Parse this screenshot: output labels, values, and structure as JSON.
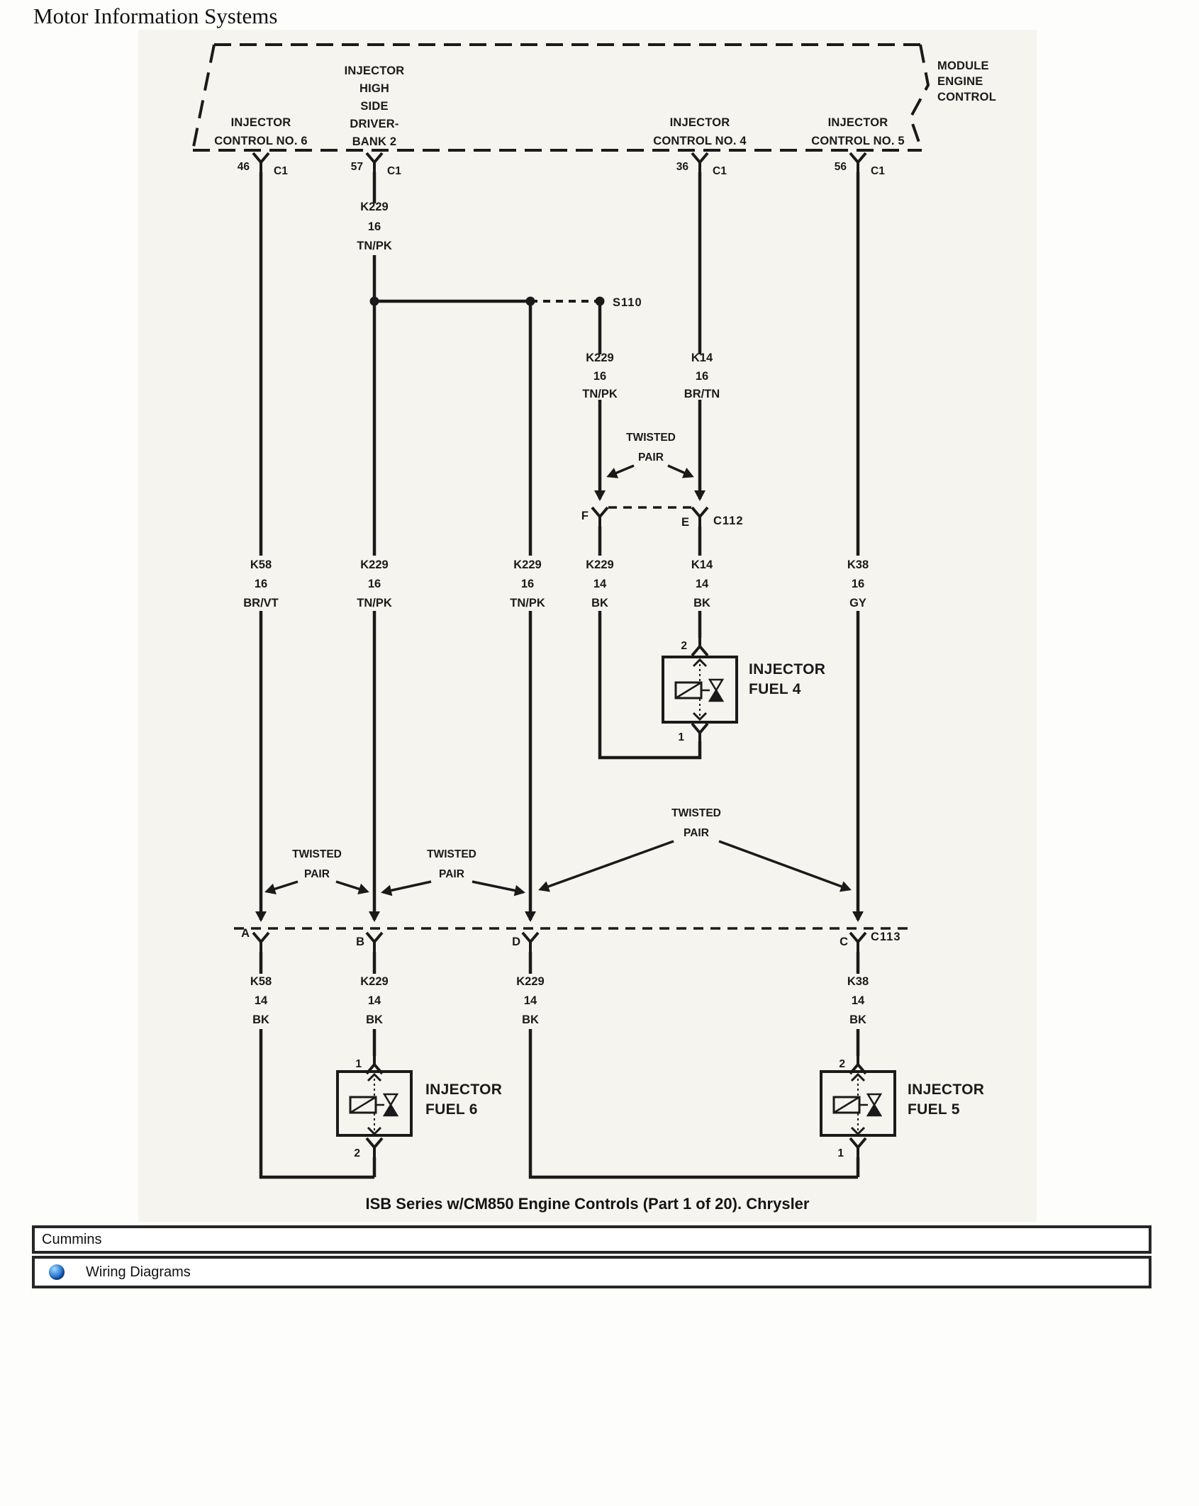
{
  "page": {
    "title": "Motor Information Systems",
    "caption": "ISB Series w/CM850 Engine Controls (Part 1 of 20). Chrysler"
  },
  "footer": {
    "source_label": "Cummins",
    "link_label": "Wiring Diagrams",
    "globe_icon": "globe-icon",
    "globe_color": "#1158b9"
  },
  "diagram": {
    "module": [
      "MODULE",
      "ENGINE",
      "CONTROL"
    ],
    "pins": [
      {
        "num": "46",
        "conn": "C1",
        "label": [
          "INJECTOR",
          "CONTROL NO. 6"
        ]
      },
      {
        "num": "57",
        "conn": "C1",
        "label": [
          "INJECTOR",
          "HIGH",
          "SIDE",
          "DRIVER-",
          "BANK 2"
        ]
      },
      {
        "num": "36",
        "conn": "C1",
        "label": [
          "INJECTOR",
          "CONTROL NO. 4"
        ]
      },
      {
        "num": "56",
        "conn": "C1",
        "label": [
          "INJECTOR",
          "CONTROL NO. 5"
        ]
      }
    ],
    "splice": "S110",
    "conn_ef": {
      "label": "C112",
      "f": "F",
      "e": "E"
    },
    "conn_abdc": {
      "label": "C113",
      "a": "A",
      "b": "B",
      "d": "D",
      "c": "C"
    },
    "tp": [
      "TWISTED",
      "PAIR"
    ],
    "wires": {
      "col2_top": [
        "K229",
        "16",
        "TN/PK"
      ],
      "col4_up": [
        "K229",
        "16",
        "TN/PK"
      ],
      "col5_up": [
        "K14",
        "16",
        "BR/TN"
      ],
      "col1_mid": [
        "K58",
        "16",
        "BR/VT"
      ],
      "col2_mid": [
        "K229",
        "16",
        "TN/PK"
      ],
      "col3_mid": [
        "K229",
        "16",
        "TN/PK"
      ],
      "col4_mid": [
        "K229",
        "14",
        "BK"
      ],
      "col5_mid": [
        "K14",
        "14",
        "BK"
      ],
      "col6_mid": [
        "K38",
        "16",
        "GY"
      ],
      "col1_bot": [
        "K58",
        "14",
        "BK"
      ],
      "col2_bot": [
        "K229",
        "14",
        "BK"
      ],
      "col3_bot": [
        "K229",
        "14",
        "BK"
      ],
      "col6_bot": [
        "K38",
        "14",
        "BK"
      ]
    },
    "injectors": {
      "fuel4": {
        "label": [
          "INJECTOR",
          "FUEL 4"
        ],
        "top_pin": "2",
        "bottom_pin": "1"
      },
      "fuel6": {
        "label": [
          "INJECTOR",
          "FUEL 6"
        ],
        "top_pin": "1",
        "bottom_pin": "2"
      },
      "fuel5": {
        "label": [
          "INJECTOR",
          "FUEL 5"
        ],
        "top_pin": "2",
        "bottom_pin": "1"
      }
    }
  }
}
